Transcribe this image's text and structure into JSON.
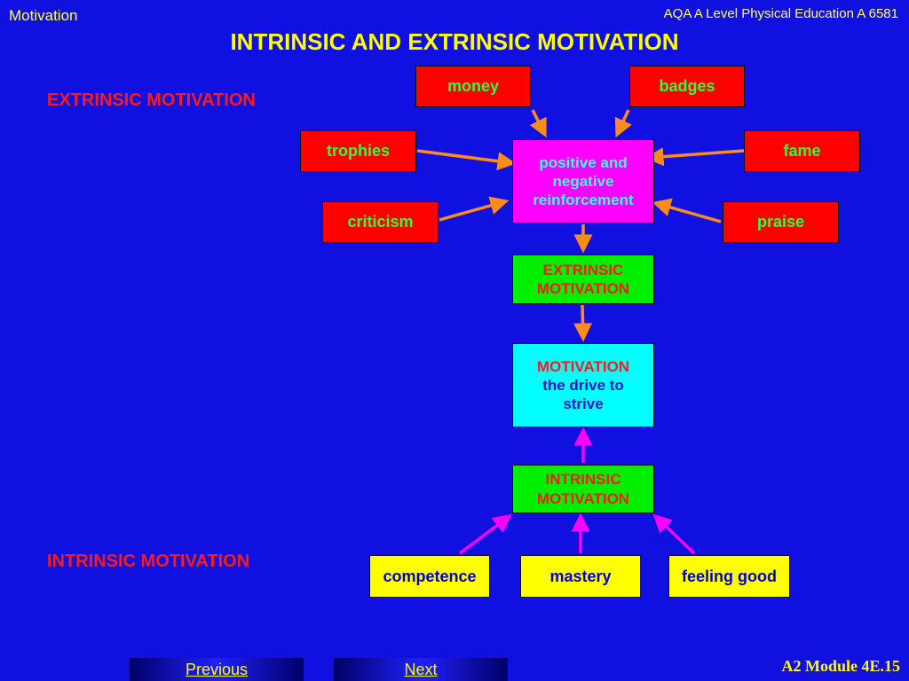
{
  "header": {
    "left": "Motivation",
    "right": "AQA A Level Physical Education  A 6581"
  },
  "title": "INTRINSIC AND EXTRINSIC MOTIVATION",
  "side_labels": {
    "extrinsic": "EXTRINSIC MOTIVATION",
    "intrinsic": "INTRINSIC MOTIVATION"
  },
  "nodes": {
    "money": "money",
    "badges": "badges",
    "trophies": "trophies",
    "fame": "fame",
    "criticism": "criticism",
    "praise": "praise",
    "reinforcement": "positive and negative reinforcement",
    "extrinsic_motivation": "EXTRINSIC MOTIVATION",
    "motivation_line1": "MOTIVATION",
    "motivation_line2": "the drive to strive",
    "intrinsic_motivation": "INTRINSIC MOTIVATION",
    "competence": "competence",
    "mastery": "mastery",
    "feeling_good": "feeling good"
  },
  "nav": {
    "previous": "Previous",
    "next": "Next"
  },
  "footer": "A2 Module 4E.15",
  "colors": {
    "background": "#1010e0",
    "extrinsic_arrow": "#ff8c1a",
    "intrinsic_arrow": "#ff00ff"
  }
}
